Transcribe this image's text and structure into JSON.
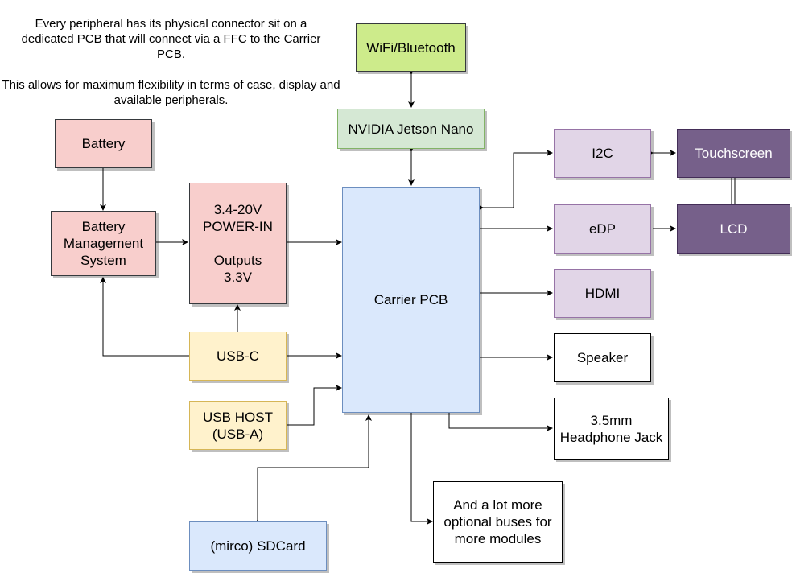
{
  "note": {
    "line1": "Every peripheral has its physical connector sit on a dedicated PCB that will connect via a FFC to the Carrier PCB.",
    "line2": "This allows for maximum flexibility in terms of case, display and available peripherals."
  },
  "colors": {
    "power_fill": "#f8cecc",
    "power_stroke": "#5c3b3b",
    "usb_fill": "#fff2cc",
    "usb_stroke": "#d6b656",
    "carrier_fill": "#dae8fc",
    "carrier_stroke": "#6c8ebf",
    "jetson_fill": "#d5e8d4",
    "jetson_stroke": "#82b366",
    "wifi_fill": "#cdeb8b",
    "wifi_stroke": "#36393d",
    "iface_fill": "#e1d5e7",
    "iface_stroke": "#9673a6",
    "display_fill": "#76608a",
    "display_stroke": "#432d57"
  },
  "boxes": {
    "wifi": "WiFi/Bluetooth",
    "jetson": "NVIDIA Jetson Nano",
    "battery": "Battery",
    "bms": "Battery\nManagement\nSystem",
    "power_in": "3.4-20V\nPOWER-IN\n\nOutputs\n3.3V",
    "usb_c": "USB-C",
    "usb_host": "USB HOST\n(USB-A)",
    "sdcard": "(mirco) SDCard",
    "carrier": "Carrier PCB",
    "i2c": "I2C",
    "edp": "eDP",
    "hdmi": "HDMI",
    "speaker": "Speaker",
    "headphone": "3.5mm\nHeadphone Jack",
    "more": "And a lot more\noptional buses for\nmore modules",
    "touchscreen": "Touchscreen",
    "lcd": "LCD"
  }
}
